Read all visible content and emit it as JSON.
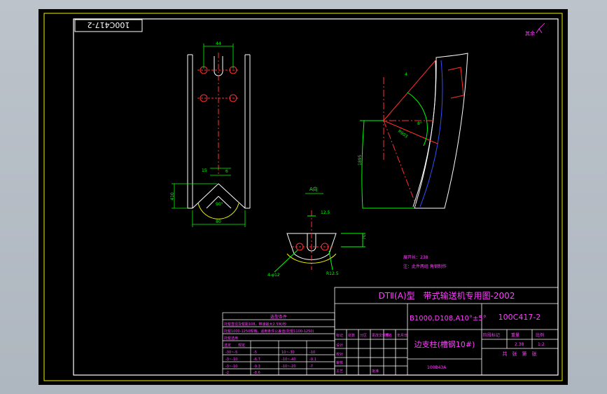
{
  "drawing": {
    "code_rotated": "100C417-2",
    "roughness_note": "其余",
    "view_label": "A向",
    "dim_top_width": "44",
    "dim_bottom_width": "80",
    "dim_left_height": "410",
    "dim_center": "15",
    "dim_small": "6",
    "dim_angle": "90°",
    "dim_arc_height": "1895",
    "dim_arc_radius": "R903",
    "dim_arc_angle": "8°",
    "dim_chord": "4",
    "view_hole_spec": "4-φ12",
    "view_radius": "R12.5",
    "view_roughness": "12.5",
    "view_height": "70",
    "notes": [
      "展开长：238",
      "注：此件两组 角钢制作"
    ]
  },
  "title_block": {
    "header": "DTⅡ(A)型　带式输送机专用图-2002",
    "spec": "B1000,D108,A10°±5°",
    "drawing_no": "100C417-2",
    "part_name": "边支柱(槽钢10#)",
    "weight": "2.38",
    "scale": "1:2",
    "sheet": "共　张　第　张",
    "columns": [
      "标记",
      "处数",
      "分区",
      "更改文件号",
      "签名",
      "年月日"
    ],
    "roles": [
      "设计",
      "校对",
      "审核",
      "工艺",
      "批准"
    ],
    "stage_labels": [
      "阶段标记",
      "重量",
      "比例"
    ],
    "code": "100B43A"
  },
  "table": {
    "title": "选型条件",
    "rows": [
      "托辊直径及辊距108，带速最大2.5米/秒",
      "托辊1000-1250规格，适用条件公差值(托辊1100-1250)",
      "托辊选用",
      "选定　　规定"
    ],
    "data": [
      [
        "-30~-5",
        "-5",
        "10~-30",
        "-10"
      ],
      [
        "-3~-10",
        "-6.7",
        "-10~-40",
        "-9.1"
      ],
      [
        "-3~-10",
        "-9.3",
        "-10~-20",
        "-7"
      ],
      [
        "-2",
        "-8.6",
        "",
        ""
      ]
    ]
  }
}
